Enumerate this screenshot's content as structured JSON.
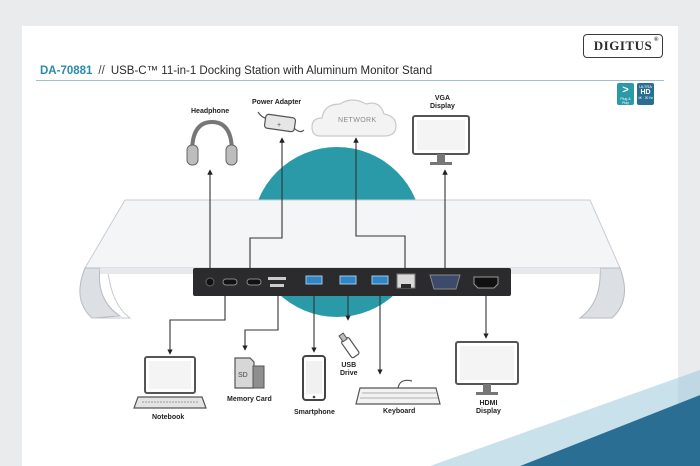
{
  "brand": {
    "logo_text": "DIGITUS",
    "reg_mark": "®"
  },
  "header": {
    "model": "DA-70881",
    "separator": "//",
    "title": "USB-C™ 11-in-1 Docking Station with Aluminum Monitor Stand"
  },
  "badges": {
    "plug_play": {
      "symbol": ">",
      "text": "Plug & Play"
    },
    "ultra_hd": {
      "line1": "ULTRA",
      "line2": "HD",
      "line3": "4K · 30 Hz"
    }
  },
  "devices": {
    "headphone": "Headphone",
    "power_adapter": "Power Adapter",
    "network": "NETWORK",
    "vga_display": [
      "VGA",
      "Display"
    ],
    "notebook": "Notebook",
    "memory_card": "Memory Card",
    "smartphone": "Smartphone",
    "usb_drive": [
      "USB",
      "Drive"
    ],
    "keyboard": "Keyboard",
    "hdmi_display": [
      "HDMI",
      "Display"
    ]
  },
  "colors": {
    "accent_teal": "#2a9aa8",
    "stripe_blue": "#2a6f93",
    "stripe_light": "#9cc8da",
    "port_blue": "#2f86c7",
    "dock_panel": "#2b2b2d",
    "stand_white": "#f4f5f7"
  },
  "icons": [
    "headphone-icon",
    "power-adapter-icon",
    "cloud-icon",
    "monitor-icon",
    "laptop-icon",
    "sd-card-icon",
    "smartphone-icon",
    "usb-drive-icon",
    "keyboard-icon"
  ]
}
